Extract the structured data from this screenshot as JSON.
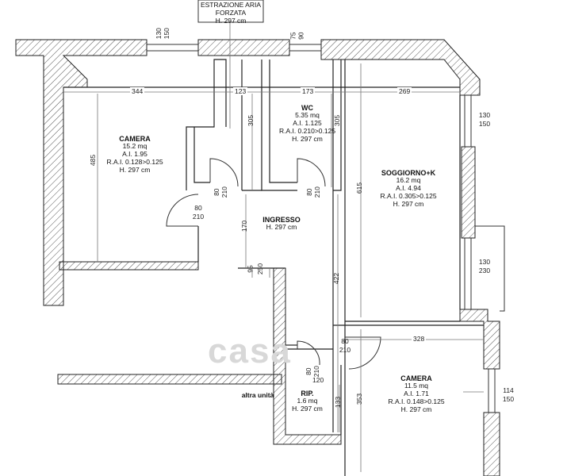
{
  "vent_label": {
    "line1": "ESTRAZIONE ARIA",
    "line2": "FORZATA",
    "line3": "H. 297 cm"
  },
  "rooms": {
    "camera1": {
      "name": "CAMERA",
      "area": "15.2 mq",
      "ai": "A.I. 1.95",
      "rai": "R.A.I. 0.128>0.125",
      "h": "H. 297 cm"
    },
    "wc": {
      "name": "WC",
      "area": "5.35 mq",
      "ai": "A.I. 1.125",
      "rai": "R.A.I. 0.210>0.125",
      "h": "H. 297 cm"
    },
    "soggiorno": {
      "name": "SOGGIORNO+K",
      "area": "16.2 mq",
      "ai": "A.I. 4.94",
      "rai": "R.A.I. 0.305>0.125",
      "h": "H. 297 cm"
    },
    "ingresso": {
      "name": "INGRESSO",
      "h": "H. 297 cm"
    },
    "camera2": {
      "name": "CAMERA",
      "area": "11.5 mq",
      "ai": "A.I. 1.71",
      "rai": "R.A.I. 0.148>0.125",
      "h": "H. 297 cm"
    },
    "rip": {
      "name": "RIP.",
      "area": "1.6 mq",
      "h": "H. 297 cm"
    }
  },
  "dimensions": {
    "d344": "344",
    "d123": "123",
    "d173": "173",
    "d269": "269",
    "d485": "485",
    "d305a": "305",
    "d305b": "305",
    "d615": "615",
    "d170": "170",
    "d422": "422",
    "d95": "95",
    "d250": "250",
    "d328": "328",
    "d353": "353",
    "d133": "133"
  },
  "windows": {
    "w1": {
      "a": "130",
      "b": "150"
    },
    "w2": {
      "a": "75",
      "b": "90"
    },
    "w3": {
      "a": "130",
      "b": "150"
    },
    "w4": {
      "a": "130",
      "b": "230"
    },
    "w5": {
      "a": "114",
      "b": "150"
    }
  },
  "doors": {
    "door_camera1": {
      "a": "80",
      "b": "210"
    },
    "door_bath_left": {
      "a": "80",
      "b": "210"
    },
    "door_wc": {
      "a": "80",
      "b": "210"
    },
    "door_camera2": {
      "a": "80",
      "b": "210"
    },
    "door_rip": {
      "a": "80",
      "b": "210"
    },
    "door_rip_width": "120"
  },
  "other_unit": "altra unità",
  "watermark": "casa"
}
